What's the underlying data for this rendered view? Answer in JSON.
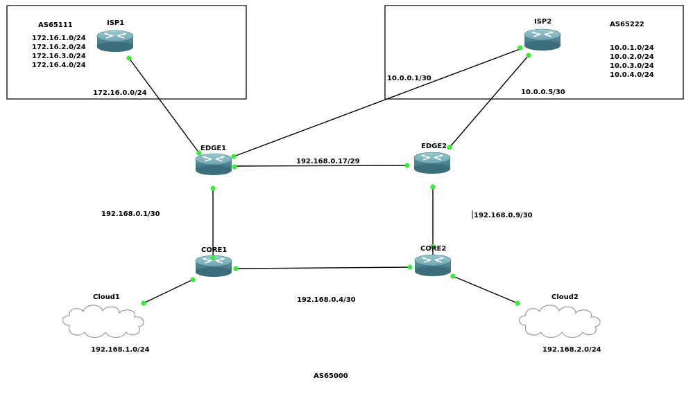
{
  "isp1_box": {
    "as": "AS65111",
    "prefixes": [
      "172.16.1.0/24",
      "172.16.2.0/24",
      "172.16.3.0/24",
      "172.16.4.0/24"
    ],
    "link_subnet": "172.16.0.0/24"
  },
  "isp2_box": {
    "as": "AS65222",
    "prefixes": [
      "10.0.1.0/24",
      "10.0.2.0/24",
      "10.0.3.0/24",
      "10.0.4.0/24"
    ],
    "link_subnet_1": "10.0.0.1/30",
    "link_subnet_2": "10.0.0.5/30"
  },
  "routers": {
    "isp1": "ISP1",
    "isp2": "ISP2",
    "edge1": "EDGE1",
    "edge2": "EDGE2",
    "core1": "CORE1",
    "core2": "CORE2"
  },
  "clouds": {
    "cloud1": "Cloud1",
    "cloud2": "Cloud2"
  },
  "subnets": {
    "edge_edge": "192.168.0.17/29",
    "edge1_core1": "192.168.0.1/30",
    "edge2_core2": "192.168.0.9/30",
    "core_core": "192.168.0.4/30",
    "cloud1_lan": "192.168.1.0/24",
    "cloud2_lan": "192.168.2.0/24"
  },
  "main_as": "AS65000",
  "colors": {
    "router_body": "#4f8a97",
    "router_top": "#7fb3bd",
    "port_dot": "#33ee33",
    "line": "#000000"
  }
}
